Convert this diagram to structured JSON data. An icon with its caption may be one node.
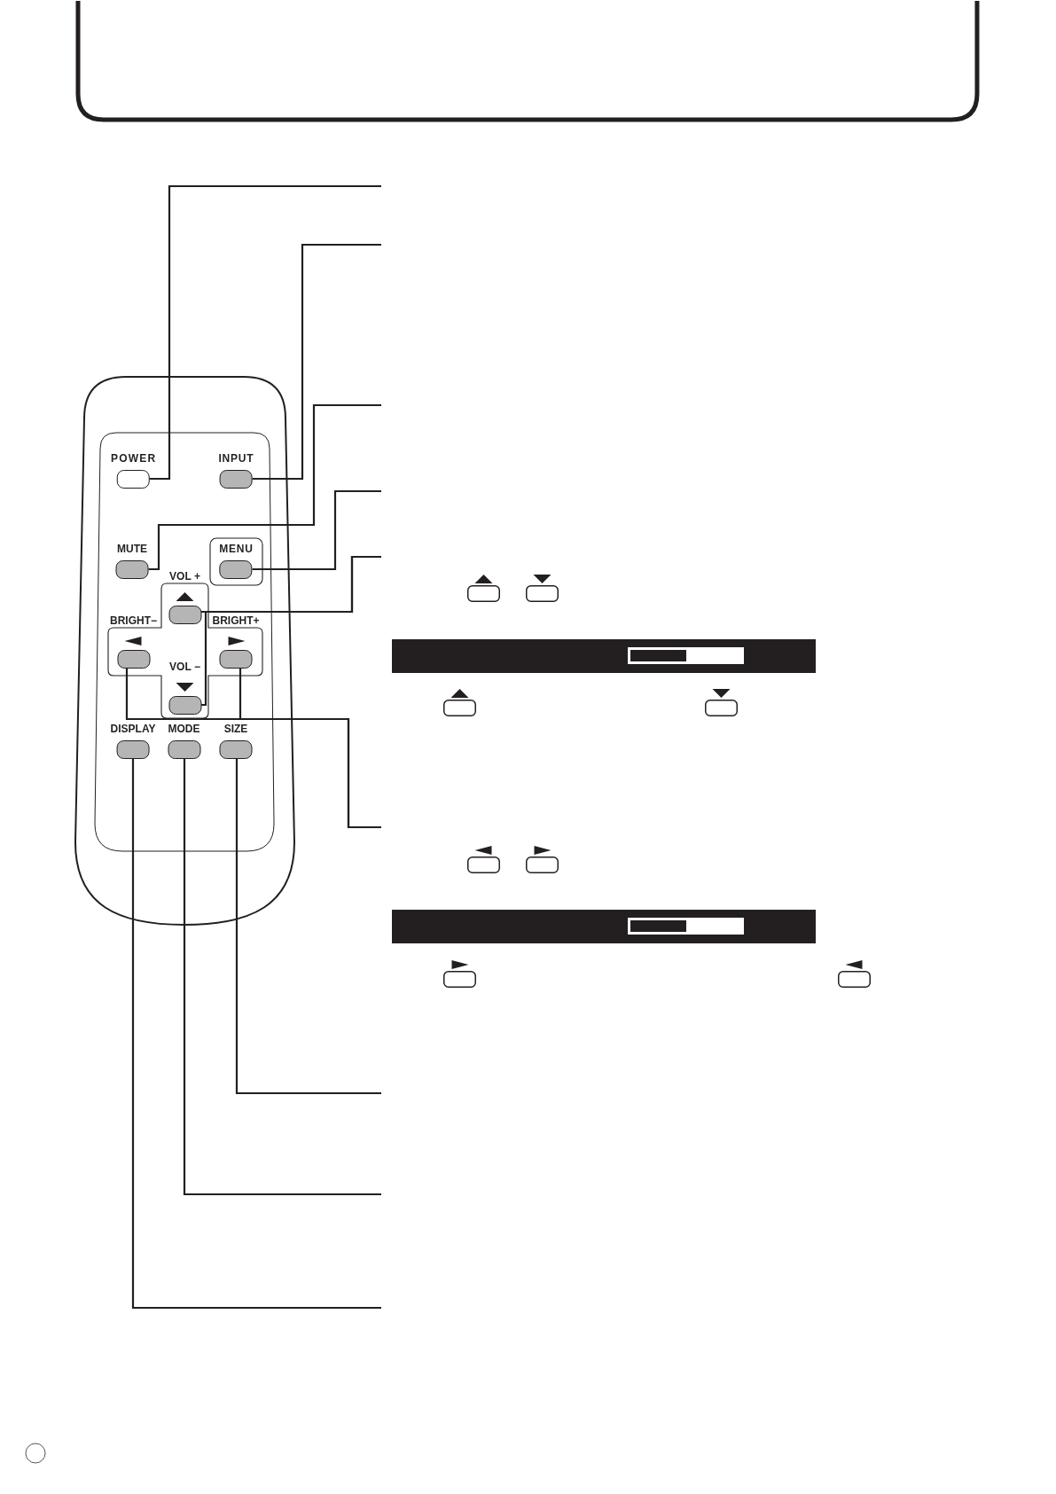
{
  "diagram": {
    "nodes": [
      {
        "text": [
          "POWER"
        ]
      },
      {
        "text": [
          "INPUT"
        ]
      },
      {
        "text": [
          "MUTE"
        ]
      },
      {
        "text": [
          "MENU"
        ]
      },
      {
        "text": [
          "VOL +"
        ]
      },
      {
        "text": [
          "BRIGHT−"
        ]
      },
      {
        "text": [
          "BRIGHT+"
        ]
      },
      {
        "text": [
          "VOL −"
        ]
      },
      {
        "text": [
          "DISPLAY"
        ]
      },
      {
        "text": [
          "MODE"
        ]
      },
      {
        "text": [
          "SIZE"
        ]
      }
    ],
    "edges": [
      {
        "from": null,
        "to": 0,
        "arrow": "none"
      },
      {
        "from": null,
        "to": 1,
        "arrow": "none"
      },
      {
        "from": null,
        "to": 2,
        "arrow": "none"
      },
      {
        "from": null,
        "to": 3,
        "arrow": "none"
      },
      {
        "from": null,
        "to": 4,
        "arrow": "none"
      },
      {
        "from": null,
        "to": 7,
        "arrow": "none"
      },
      {
        "from": null,
        "to": 5,
        "arrow": "none"
      },
      {
        "from": null,
        "to": 6,
        "arrow": "none"
      },
      {
        "from": null,
        "to": 10,
        "arrow": "none"
      },
      {
        "from": null,
        "to": 9,
        "arrow": "none"
      },
      {
        "from": null,
        "to": 8,
        "arrow": "none"
      }
    ]
  }
}
